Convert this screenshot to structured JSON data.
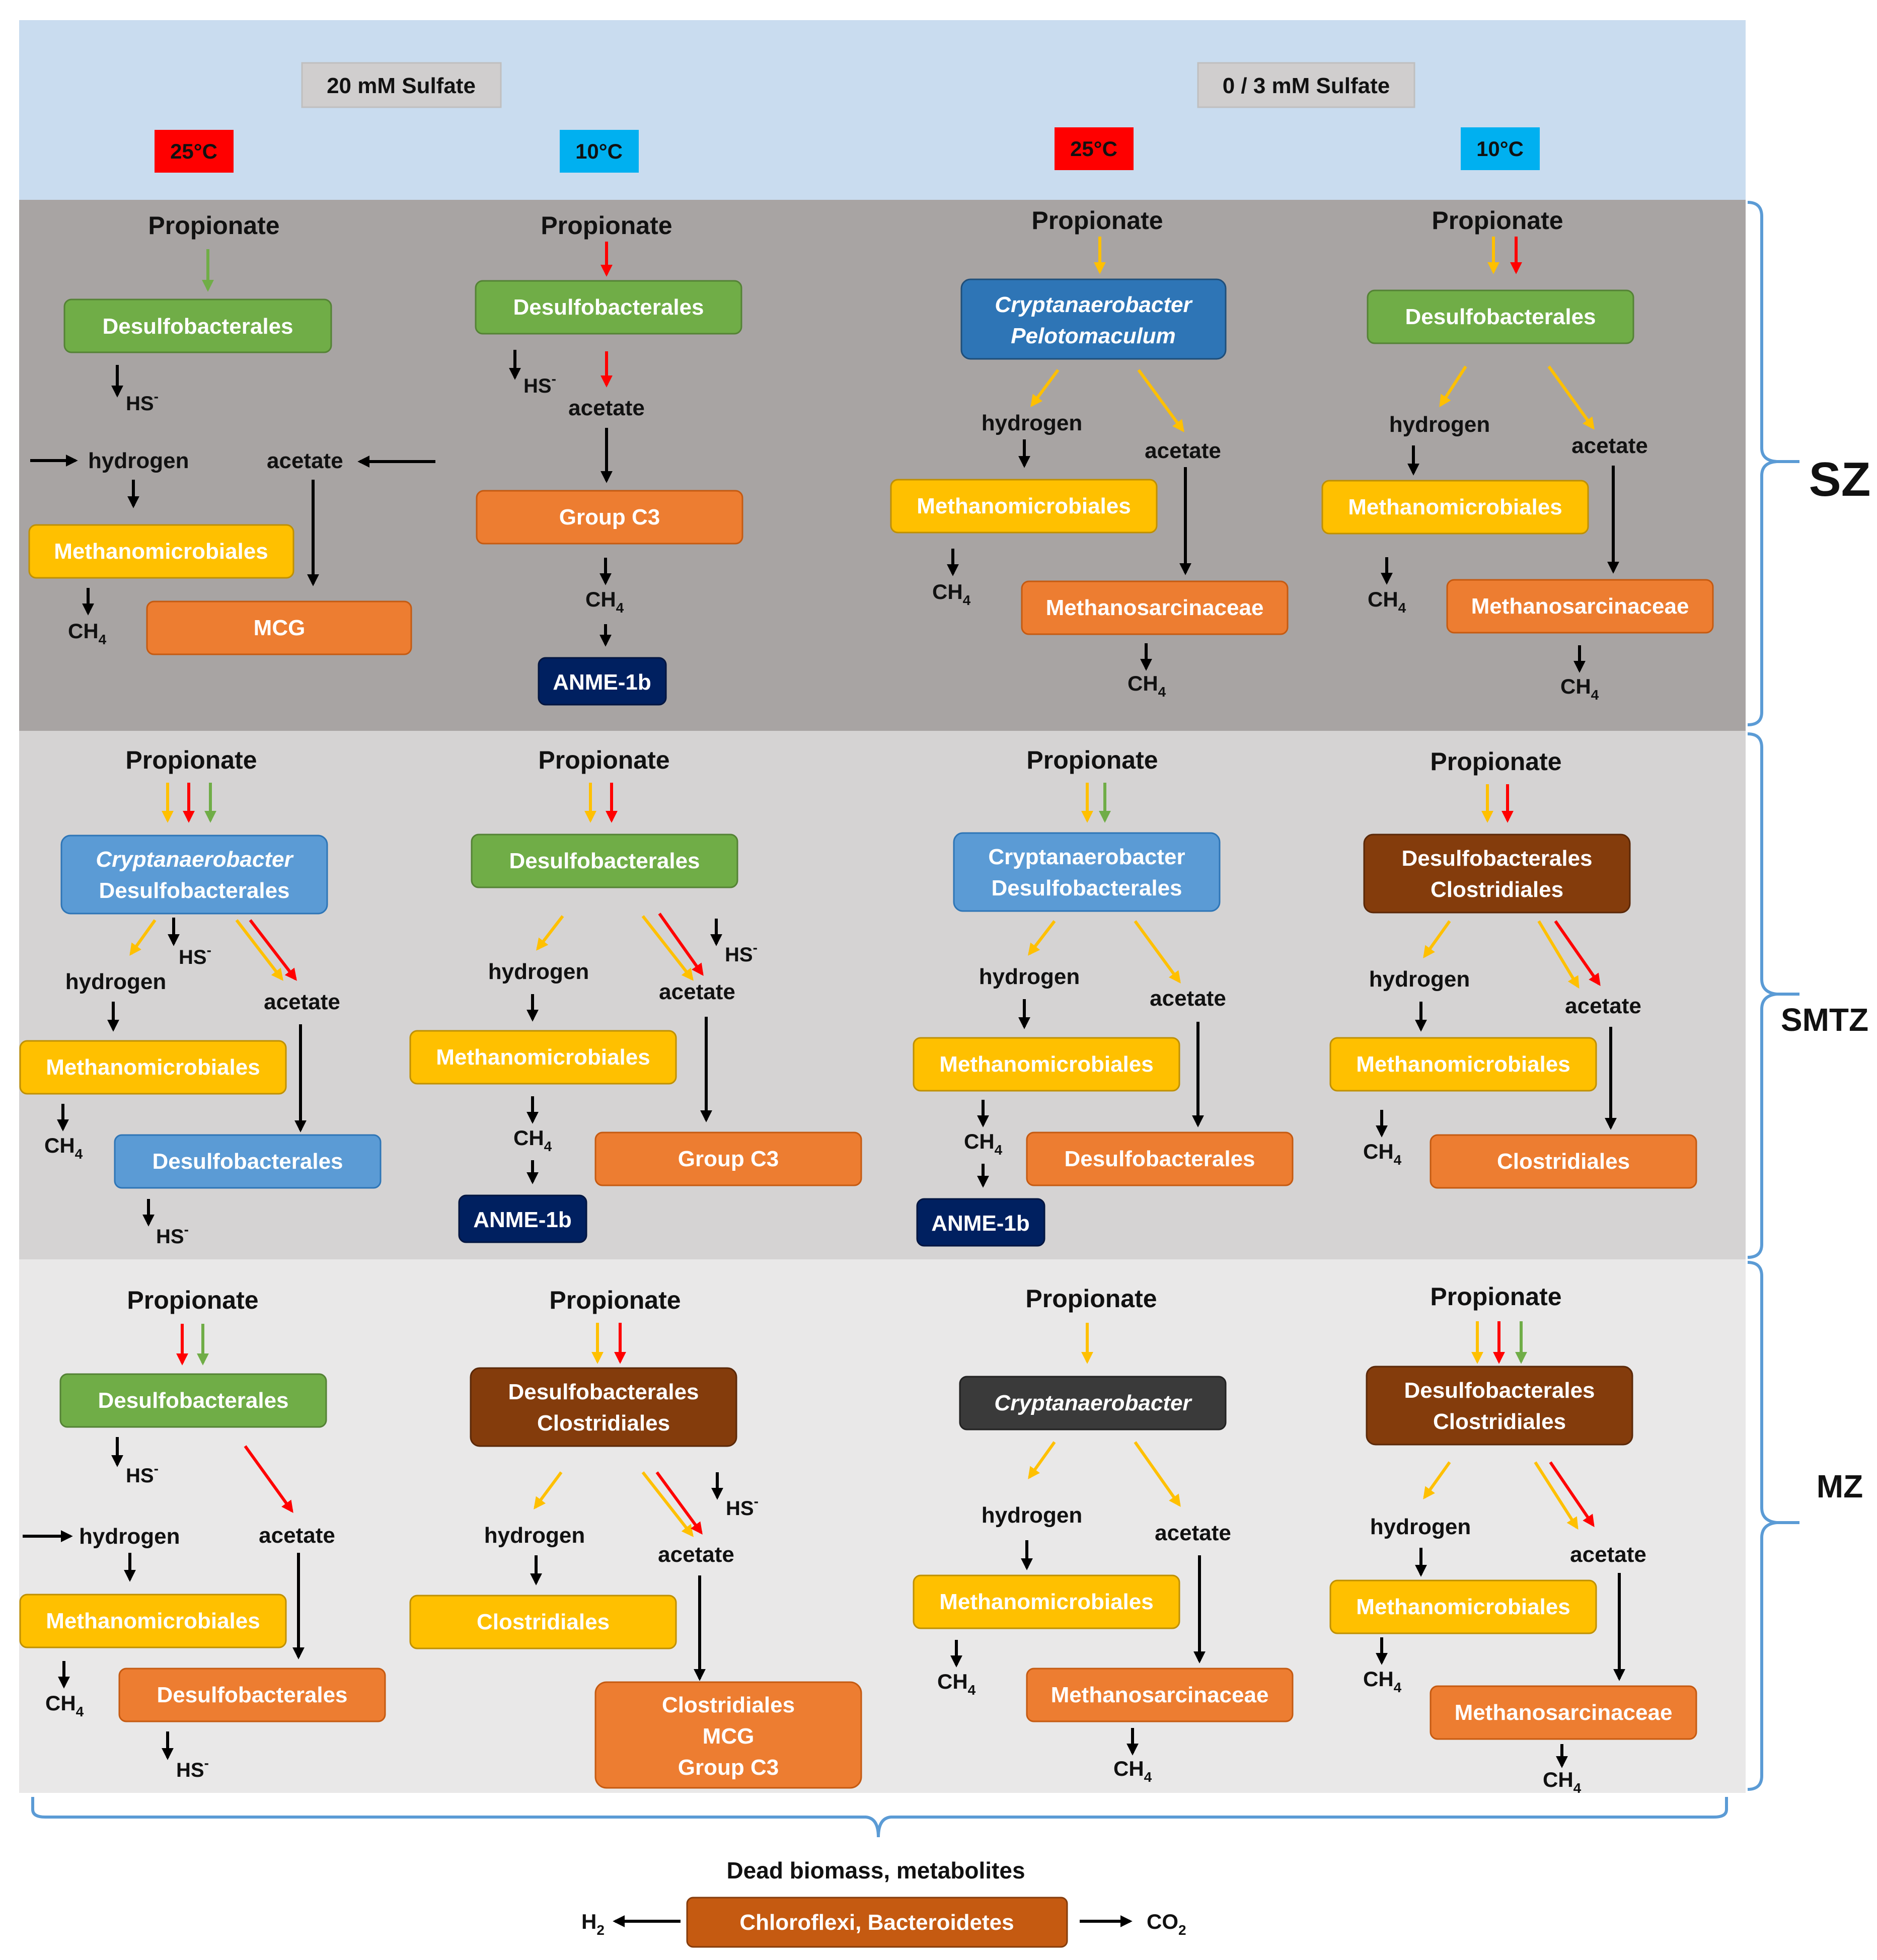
{
  "header": {
    "sulfate_high": "20 mM Sulfate",
    "sulfate_low": "0 / 3 mM Sulfate",
    "temp_warm": "25°C",
    "temp_cold": "10°C"
  },
  "zones": {
    "sz": "SZ",
    "smtz": "SMTZ",
    "mz": "MZ"
  },
  "labels": {
    "propionate": "Propionate",
    "hydrogen": "hydrogen",
    "acetate": "acetate",
    "ch4": "CH",
    "ch4_sub": "4",
    "hs": "HS",
    "hs_sup": "-"
  },
  "taxa": {
    "desulfobacterales": "Desulfobacterales",
    "methanomicrobiales": "Methanomicrobiales",
    "methanosarcinaceae": "Methanosarcinaceae",
    "clostridiales": "Clostridiales",
    "cryptanaerobacter": "Cryptanaerobacter",
    "pelotomaculum": "Pelotomaculum",
    "group_c3": "Group C3",
    "mcg": "MCG",
    "anme": "ANME-1b"
  },
  "footer": {
    "caption": "Dead biomass, metabolites",
    "box": "Chloroflexi, Bacteroidetes",
    "h2": "H",
    "h2_sub": "2",
    "co2": "CO",
    "co2_sub": "2"
  },
  "colors": {
    "green": "#70ad47",
    "yellow": "#ffc000",
    "orange": "#ed7d31",
    "blue": "#5b9bd5",
    "darkblue": "#2e75b6",
    "navy": "#002060",
    "brown": "#843c0c",
    "dark": "#3a3a3a",
    "red_label": "#ff0000",
    "cyan_label": "#00b0f0",
    "arrow_red": "#ff0000",
    "arrow_yellow": "#ffc000",
    "arrow_green": "#70ad47",
    "arrow_black": "#000000",
    "bracket": "#5b9bd5"
  }
}
